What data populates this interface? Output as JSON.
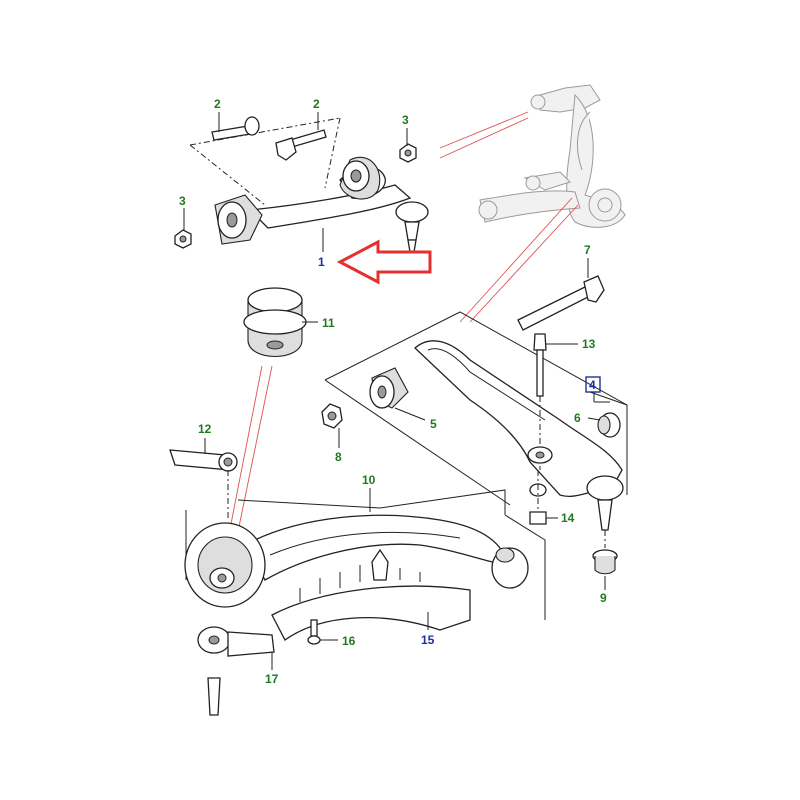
{
  "diagram": {
    "callouts": [
      {
        "id": "c1",
        "text": "1",
        "color": "blue"
      },
      {
        "id": "c2a",
        "text": "2",
        "color": "green"
      },
      {
        "id": "c2b",
        "text": "2",
        "color": "green"
      },
      {
        "id": "c3a",
        "text": "3",
        "color": "green"
      },
      {
        "id": "c3b",
        "text": "3",
        "color": "green"
      },
      {
        "id": "c4",
        "text": "4",
        "color": "blue"
      },
      {
        "id": "c5",
        "text": "5",
        "color": "green"
      },
      {
        "id": "c6",
        "text": "6",
        "color": "green"
      },
      {
        "id": "c7",
        "text": "7",
        "color": "green"
      },
      {
        "id": "c8",
        "text": "8",
        "color": "green"
      },
      {
        "id": "c9",
        "text": "9",
        "color": "green"
      },
      {
        "id": "c10",
        "text": "10",
        "color": "green"
      },
      {
        "id": "c11",
        "text": "11",
        "color": "green"
      },
      {
        "id": "c12",
        "text": "12",
        "color": "green"
      },
      {
        "id": "c13",
        "text": "13",
        "color": "green"
      },
      {
        "id": "c14",
        "text": "14",
        "color": "green"
      },
      {
        "id": "c15",
        "text": "15",
        "color": "blue"
      },
      {
        "id": "c16",
        "text": "16",
        "color": "green"
      },
      {
        "id": "c17",
        "text": "17",
        "color": "green"
      }
    ],
    "colors": {
      "callout_green": "#1f7a1f",
      "callout_blue": "#1f2fa0",
      "highlight_arrow": "#e53030",
      "reference_lines": "#e05050"
    },
    "highlight": {
      "target": "1",
      "shape": "arrow-left"
    }
  }
}
